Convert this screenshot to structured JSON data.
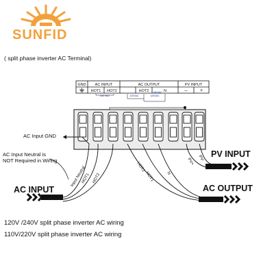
{
  "logo": {
    "text": "SUNFID",
    "icon": "sun-icon"
  },
  "subtitle": "( split phase inverter AC Terminal)",
  "header": {
    "gnd": "GND",
    "ac_input": "AC INPUT",
    "ac_output": "AC OUTPUT",
    "pv_input": "PV INPUT",
    "hot1": "HOT1",
    "hot2": "HOT2",
    "n": "N",
    "minus": "–",
    "plus": "+",
    "sub_ac_in": "240 VAC",
    "sub_ac_out1": "120VAC",
    "sub_ac_out2": "120VAC",
    "sub_ac_out3": "240VAC"
  },
  "labels": {
    "ac_input_gnd": "AC Input GND",
    "neutral_note": [
      "AC Input Neutral is",
      "NOT Required in Wiring"
    ],
    "input_neutral": "Input Neutral",
    "hot1": "HOT1",
    "hot2": "HOT2",
    "out_hot1": "HOT1",
    "out_hot2": "HOT2",
    "out_n": "N",
    "pv_plus": "PV+",
    "pv_minus": "PV-",
    "ac_input": "AC INPUT",
    "pv_input": "PV INPUT",
    "ac_output": "AC OUTPUT"
  },
  "captions": [
    "120V /240V split phase inverter AC wiring",
    "110V/220V split phase inverter AC wiring"
  ],
  "colors": {
    "logo_orange": "#f2a13a",
    "ink": "#111111"
  }
}
